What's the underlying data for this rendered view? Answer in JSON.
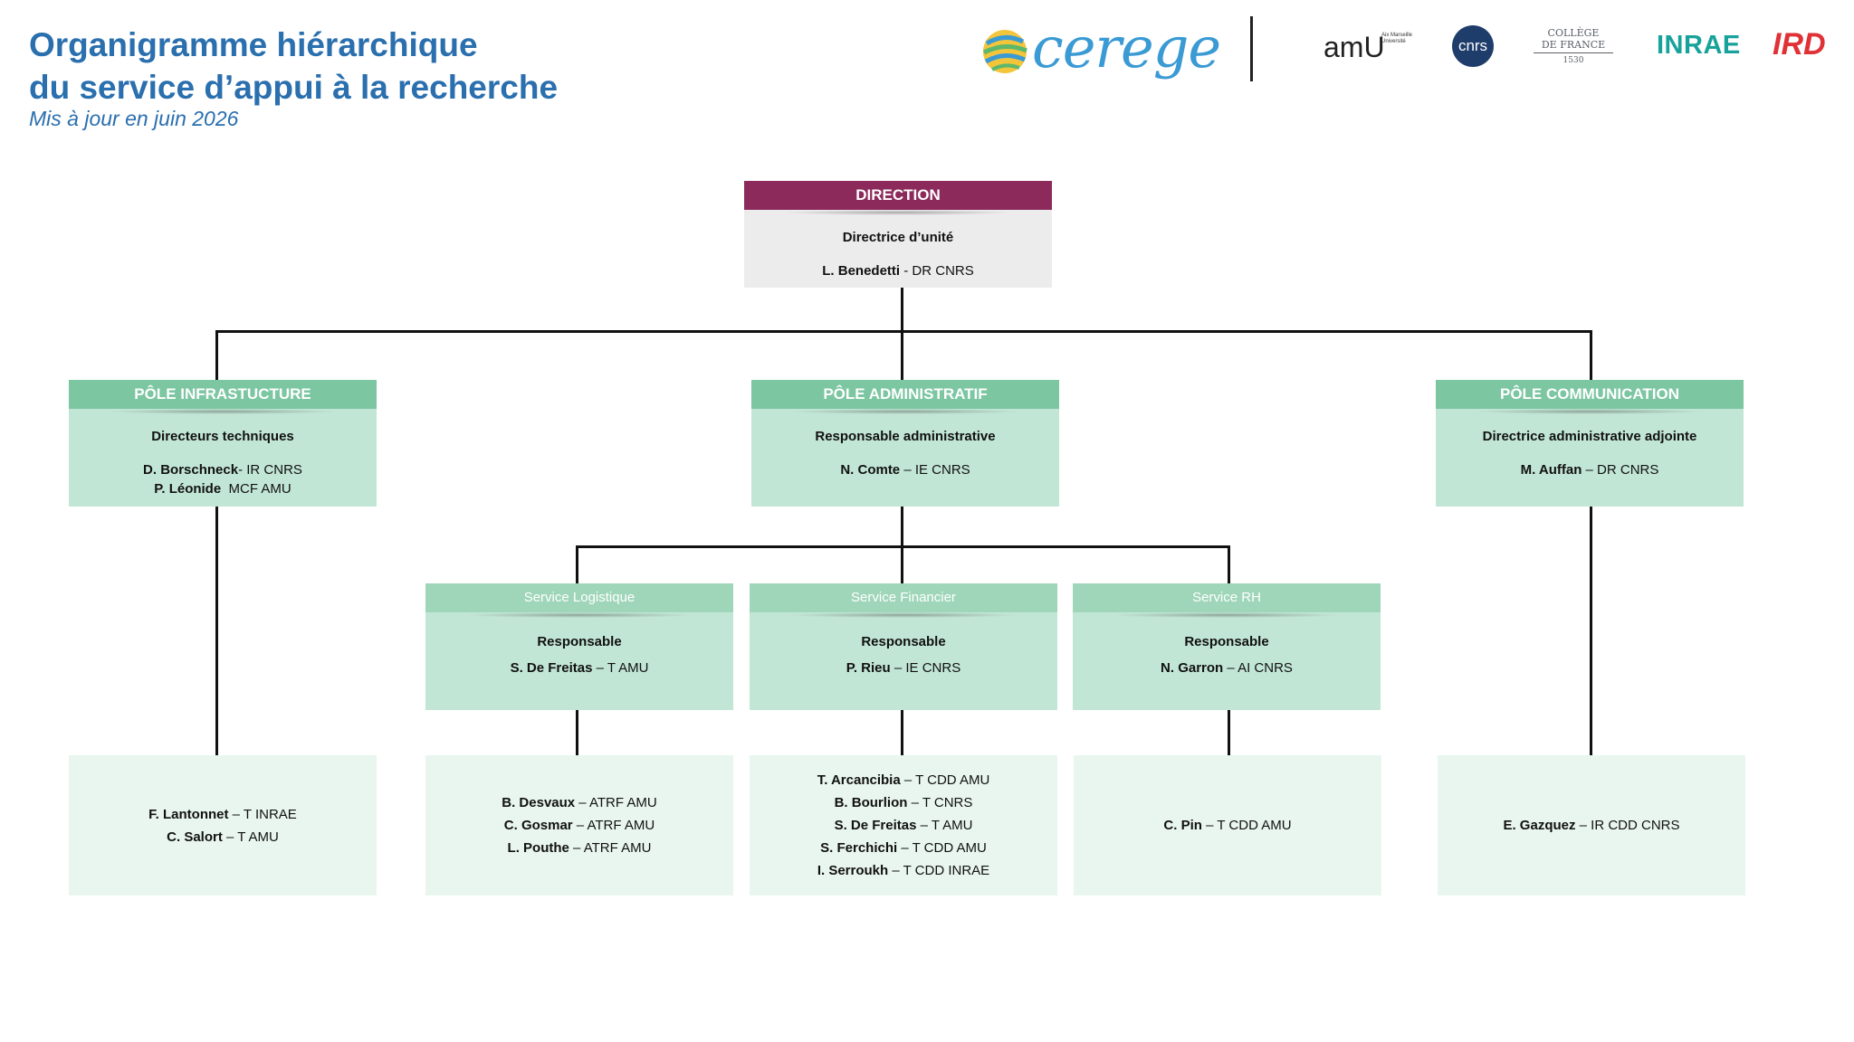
{
  "header": {
    "title_line1": "Organigramme hiérarchique",
    "title_line2": "du service d’appui à la recherche",
    "subtitle": "Mis à jour en juin 2026"
  },
  "logos": {
    "cerege": "cerege",
    "amu": "amU",
    "amu_small": "Aix Marseille Université",
    "cnrs": "cnrs",
    "cdf_line1": "COLLÈGE",
    "cdf_line2": "DE FRANCE",
    "cdf_line3": "1530",
    "inrae": "INRAE",
    "ird": "IRD"
  },
  "colors": {
    "title": "#2a6fae",
    "direction_header": "#8b2a5b",
    "pole_header": "#7cc6a2",
    "box_fill": "#c2e6d5",
    "staff_fill": "#e9f6ef"
  },
  "direction": {
    "header": "DIRECTION",
    "role": "Directrice d’unité",
    "name": "L. Benedetti",
    "grade": " - DR CNRS"
  },
  "poles": {
    "infra": {
      "header": "PÔLE INFRASTUCTURE",
      "role": "Directeurs techniques",
      "people": [
        {
          "name": "D. Borschneck",
          "grade": "- IR CNRS"
        },
        {
          "name": "P. Léonide",
          "grade": "  MCF AMU"
        }
      ]
    },
    "admin": {
      "header": "PÔLE ADMINISTRATIF",
      "role": "Responsable administrative",
      "name": "N. Comte",
      "grade": " – IE CNRS"
    },
    "com": {
      "header": "PÔLE COMMUNICATION",
      "role": "Directrice administrative adjointe",
      "name": "M. Auffan",
      "grade": " – DR CNRS"
    }
  },
  "services": {
    "log": {
      "header": "Service Logistique",
      "role": "Responsable",
      "name": "S. De Freitas",
      "grade": " – T AMU"
    },
    "fin": {
      "header": "Service Financier",
      "role": "Responsable",
      "name": "P. Rieu",
      "grade": " – IE CNRS"
    },
    "rh": {
      "header": "Service RH",
      "role": "Responsable",
      "name": "N. Garron",
      "grade": " – AI CNRS"
    }
  },
  "staff": {
    "infra": [
      {
        "name": "F. Lantonnet",
        "grade": " – T INRAE"
      },
      {
        "name": "C. Salort",
        "grade": " – T AMU"
      }
    ],
    "log": [
      {
        "name": "B. Desvaux",
        "grade": " – ATRF AMU"
      },
      {
        "name": "C. Gosmar",
        "grade": " – ATRF AMU"
      },
      {
        "name": "L. Pouthe",
        "grade": " – ATRF AMU"
      }
    ],
    "fin": [
      {
        "name": "T. Arcancibia",
        "grade": " – T CDD AMU"
      },
      {
        "name": "B. Bourlion",
        "grade": " – T CNRS"
      },
      {
        "name": "S. De Freitas",
        "grade": " – T AMU"
      },
      {
        "name": "S. Ferchichi",
        "grade": " – T CDD AMU"
      },
      {
        "name": "I. Serroukh",
        "grade": " – T CDD INRAE"
      }
    ],
    "rh": [
      {
        "name": "C. Pin",
        "grade": " – T CDD AMU"
      }
    ],
    "com": [
      {
        "name": "E. Gazquez",
        "grade": " – IR CDD CNRS"
      }
    ]
  }
}
